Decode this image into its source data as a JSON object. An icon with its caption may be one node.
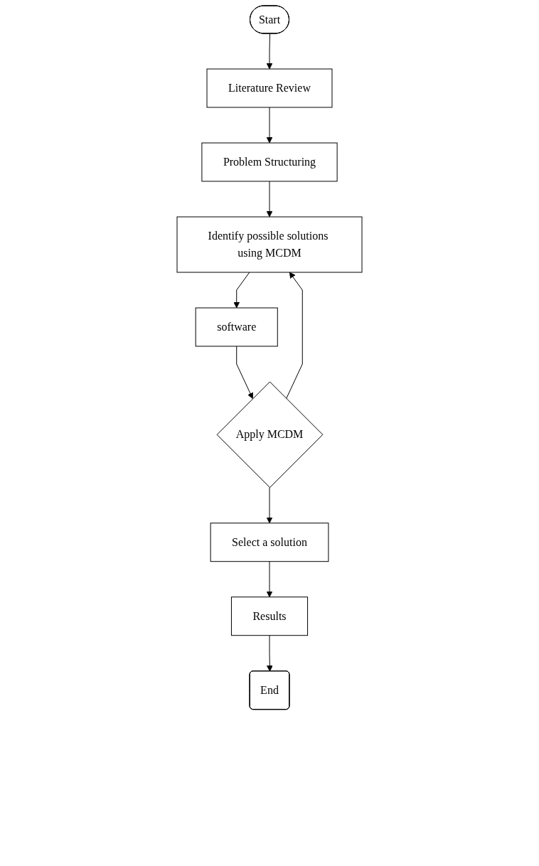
{
  "diagram": {
    "nodes": [
      {
        "text": [
          "Start"
        ]
      },
      {
        "text": [
          "Literature Review"
        ]
      },
      {
        "text": [
          "Problem Structuring"
        ]
      },
      {
        "text": [
          "Identify possible solutions using MCDM"
        ]
      },
      {
        "text": [
          "software"
        ]
      },
      {
        "text": [
          "Apply MCDM"
        ]
      },
      {
        "text": [
          "Select a solution"
        ]
      },
      {
        "text": [
          "Results"
        ]
      },
      {
        "text": [
          "End"
        ]
      }
    ],
    "edges": [
      {
        "from": 0,
        "to": 1,
        "arrow": "to"
      },
      {
        "from": 1,
        "to": 2,
        "arrow": "to"
      },
      {
        "from": 2,
        "to": 3,
        "arrow": "to"
      },
      {
        "from": 3,
        "to": 4,
        "arrow": "to"
      },
      {
        "from": 4,
        "to": 5,
        "arrow": "to"
      },
      {
        "from": 5,
        "to": 3,
        "arrow": "to"
      },
      {
        "from": 5,
        "to": 6,
        "arrow": "to"
      },
      {
        "from": 6,
        "to": 7,
        "arrow": "to"
      },
      {
        "from": 7,
        "to": 8,
        "arrow": "to"
      }
    ]
  }
}
